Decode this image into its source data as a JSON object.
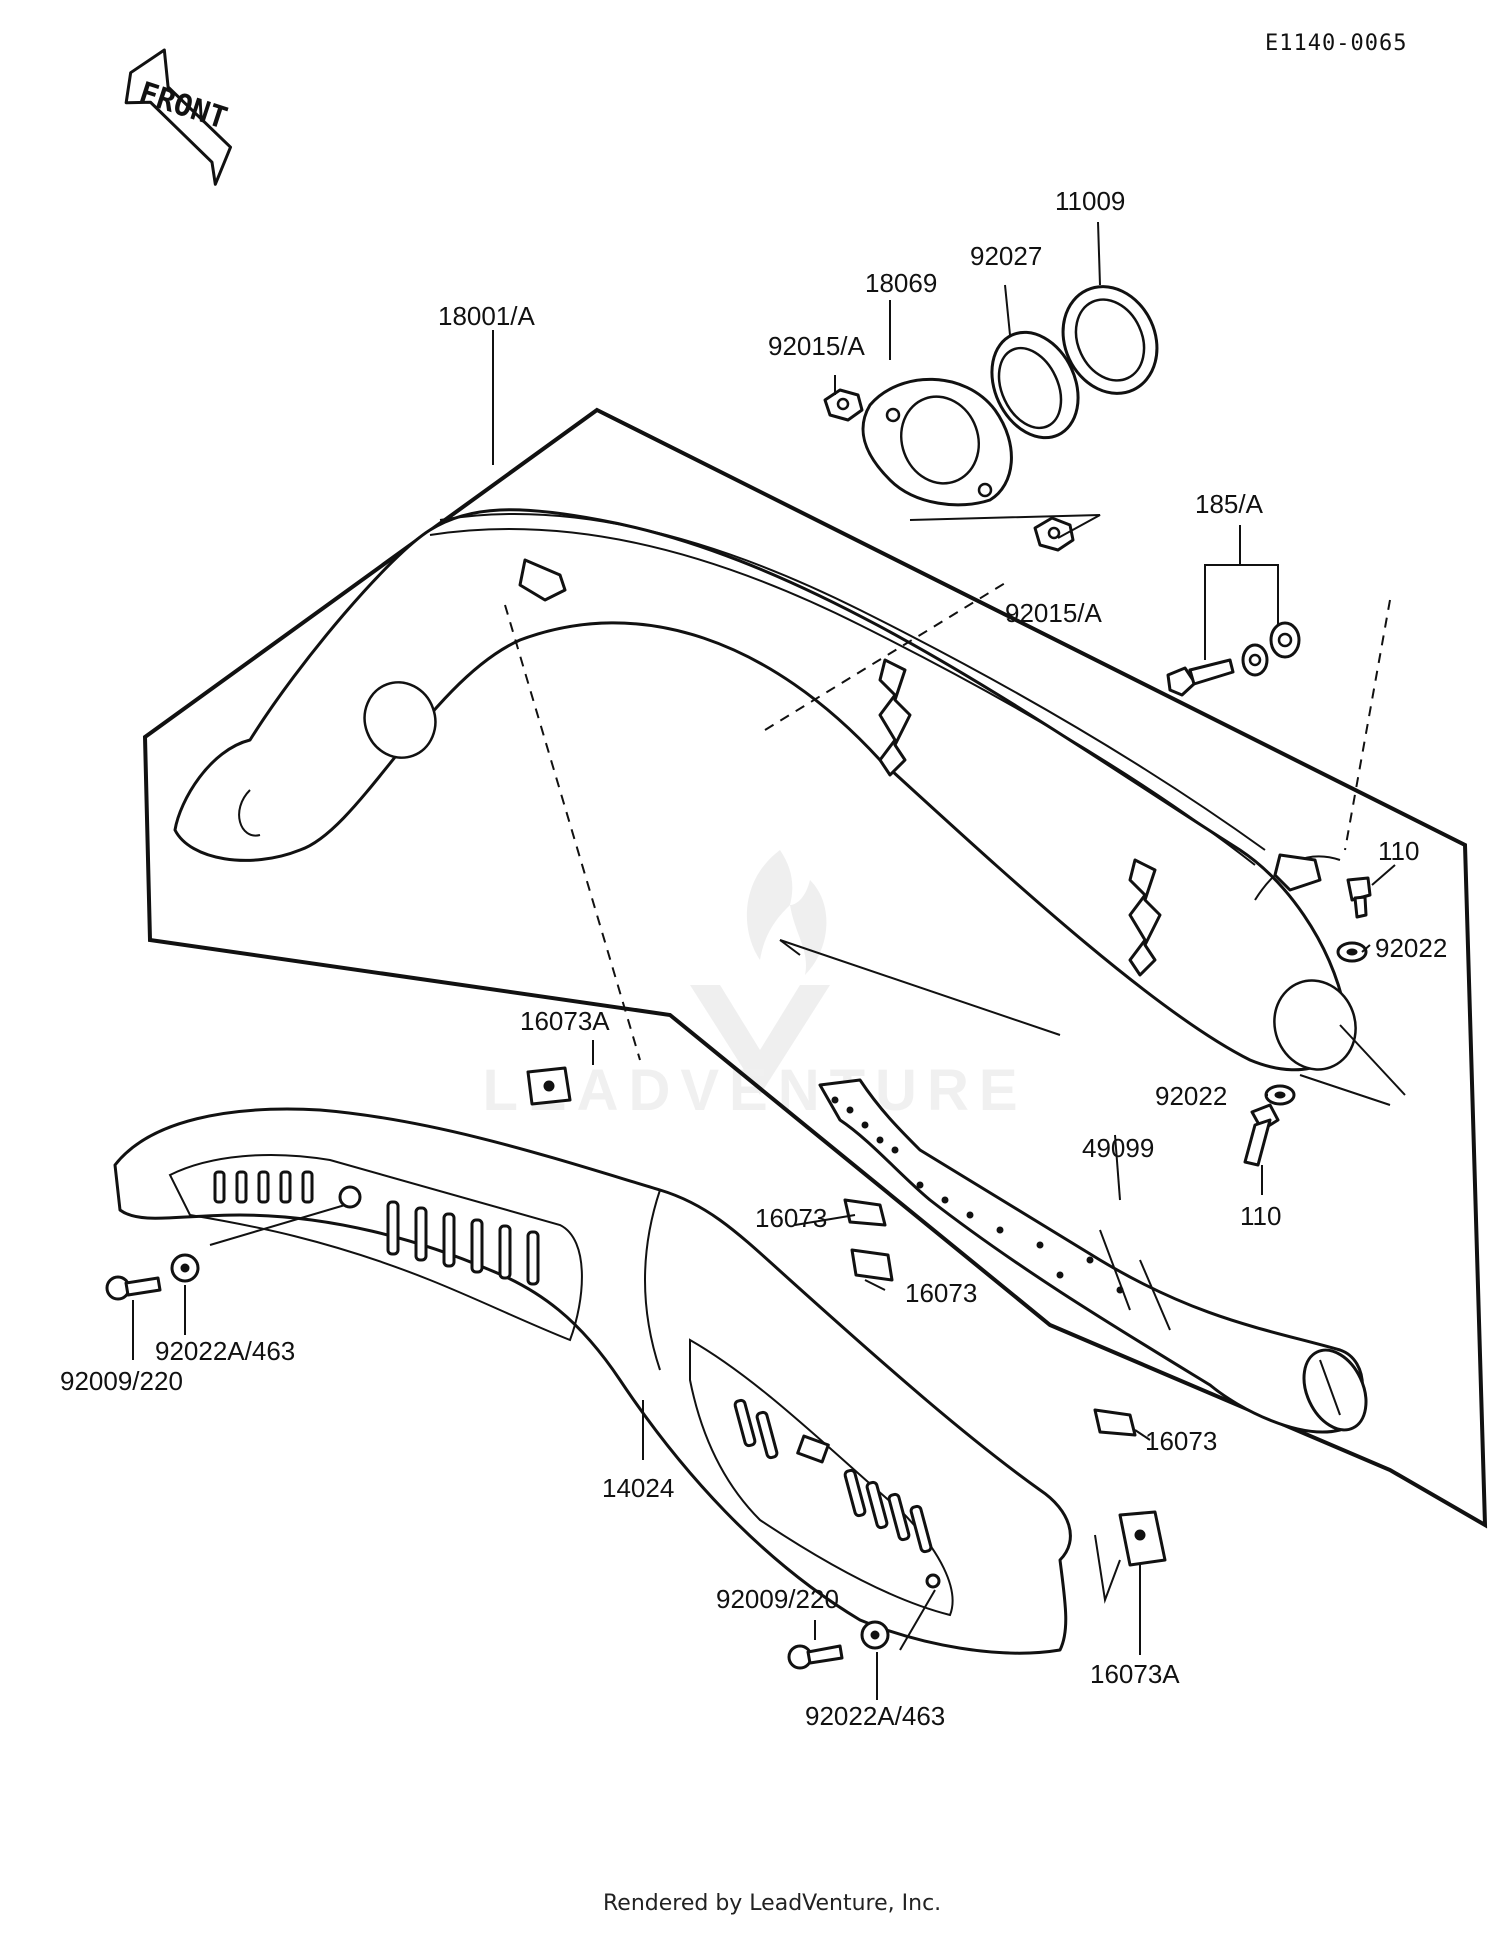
{
  "diagram_code": "E1140-0065",
  "front_arrow_label": "FRONT",
  "footer": "Rendered by LeadVenture, Inc.",
  "watermark": {
    "wordmark": "LEADVENTURE"
  },
  "parts": {
    "muffler": "18001/A",
    "gasket_18069": "18069",
    "spring_92027": "92027",
    "gasket_11009": "11009",
    "nut_upper": "92015/A",
    "nut_lower": "92015/A",
    "bolt_185": "185/A",
    "bolt_110_upper": "110",
    "washer_92022_upper": "92022",
    "washer_92022_lower": "92022",
    "bolt_110_lower": "110",
    "baffle_49099": "49099",
    "clip_16073A_upper": "16073A",
    "clip_16073_a": "16073",
    "clip_16073_b": "16073",
    "clip_16073_c": "16073",
    "clip_16073A_lower": "16073A",
    "cover_14024": "14024",
    "washer_92022A_upper": "92022A/463",
    "screw_92009_upper": "92009/220",
    "screw_92009_lower": "92009/220",
    "washer_92022A_lower": "92022A/463"
  }
}
